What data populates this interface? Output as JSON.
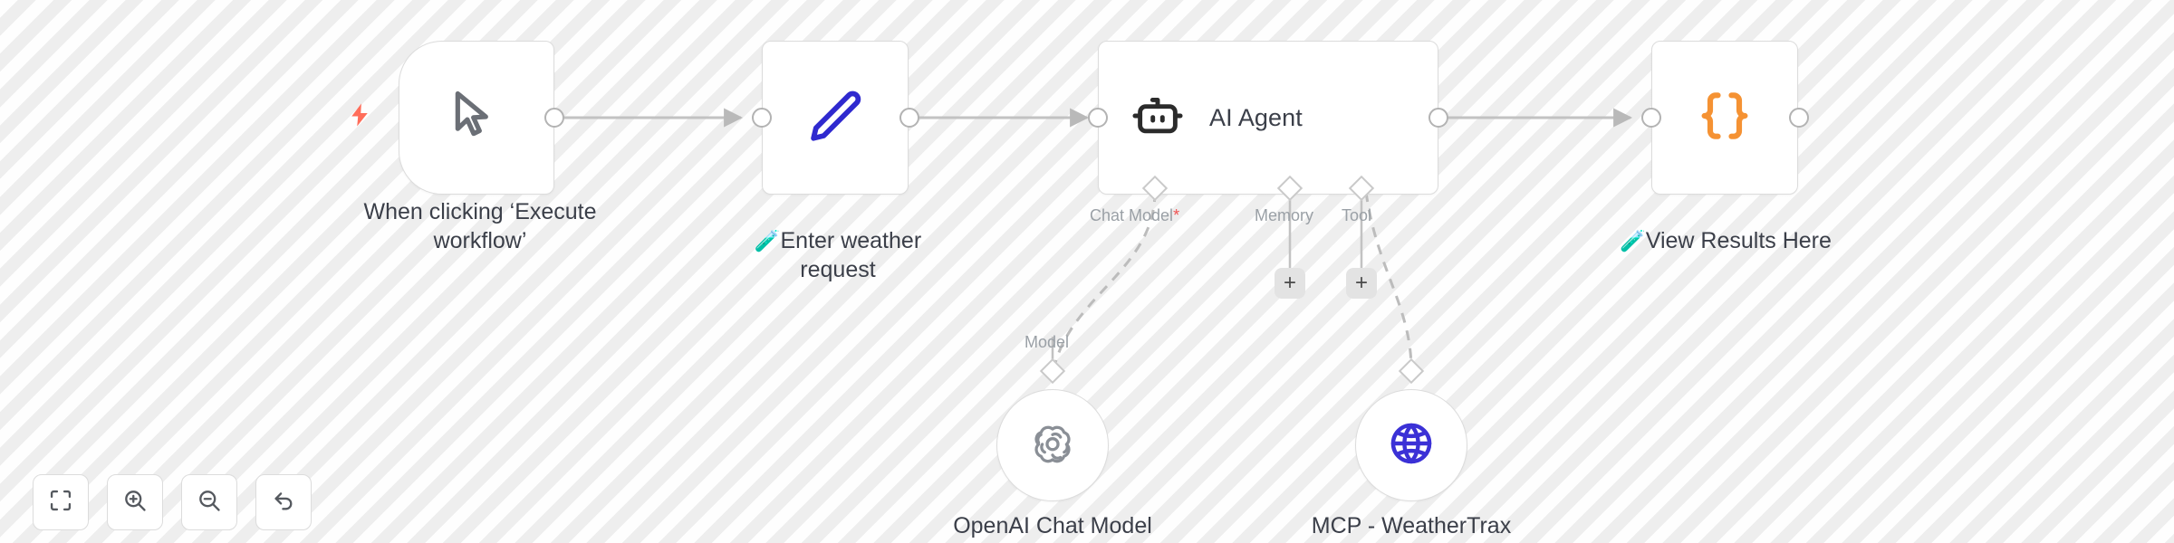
{
  "canvas": {
    "background_color": "#f7f7f7",
    "stripe_color": "#ececec"
  },
  "nodes": [
    {
      "id": "manual-trigger",
      "name": "When clicking ‘Execute workflow’",
      "label": "When clicking ‘Execute\nworkflow’",
      "icon": "mouse-pointer-icon",
      "icon_color": "#6b6f76",
      "type": "trigger",
      "has_bolt": true
    },
    {
      "id": "set-node",
      "name": "Enter weather request",
      "label": "Enter weather\nrequest",
      "emoji": "🧪",
      "icon": "pencil-icon",
      "icon_color": "#2f29cf",
      "type": "action"
    },
    {
      "id": "ai-agent",
      "name": "AI Agent",
      "title": "AI Agent",
      "icon": "robot-icon",
      "icon_color": "#2b2b2b",
      "type": "agent",
      "sub_ports": [
        {
          "id": "chat-model",
          "label": "Chat Model",
          "required": true,
          "required_marker": "*"
        },
        {
          "id": "memory",
          "label": "Memory",
          "required": false,
          "has_plus": true
        },
        {
          "id": "tool",
          "label": "Tool",
          "required": false,
          "has_plus": true
        }
      ]
    },
    {
      "id": "view-results",
      "name": "View Results Here",
      "label": "View Results Here",
      "emoji": "🧪",
      "icon": "curly-braces-icon",
      "icon_color": "#f59233",
      "type": "action"
    },
    {
      "id": "openai-chat-model",
      "name": "OpenAI Chat Model",
      "label": "OpenAI Chat Model",
      "icon": "openai-icon",
      "icon_color": "#8a8f96",
      "type": "sub-node",
      "port_label": "Model"
    },
    {
      "id": "mcp-weathertrax",
      "name": "MCP - WeatherTrax",
      "label": "MCP - WeatherTrax",
      "icon": "globe-icon",
      "icon_color": "#3b31d6",
      "type": "sub-node",
      "port_label": ""
    }
  ],
  "connections": [
    {
      "from": "manual-trigger",
      "to": "set-node",
      "style": "solid",
      "arrow": true
    },
    {
      "from": "set-node",
      "to": "ai-agent",
      "style": "solid",
      "arrow": true
    },
    {
      "from": "ai-agent",
      "to": "view-results",
      "style": "solid",
      "arrow": true
    },
    {
      "from": "chat-model",
      "to": "openai-chat-model",
      "style": "dashed",
      "arrow": false
    },
    {
      "from": "tool",
      "to": "mcp-weathertrax",
      "style": "dashed",
      "arrow": false
    }
  ],
  "toolbar": {
    "buttons": [
      {
        "id": "fit-view",
        "label": "Fit to view",
        "icon": "fit-view-icon"
      },
      {
        "id": "zoom-in",
        "label": "Zoom in",
        "icon": "zoom-in-icon"
      },
      {
        "id": "zoom-out",
        "label": "Zoom out",
        "icon": "zoom-out-icon"
      },
      {
        "id": "reset-zoom",
        "label": "Reset zoom",
        "icon": "undo-arrow-icon"
      }
    ]
  },
  "colors": {
    "node_border": "#dcdcdc",
    "wire": "#c2c2c2",
    "dashed_wire": "#bcbcbc",
    "text": "#3b3f49",
    "muted_text": "#9aa0a6",
    "required": "#f05252",
    "bolt": "#ff6d5a",
    "plus_bg": "#e3e3e3"
  }
}
